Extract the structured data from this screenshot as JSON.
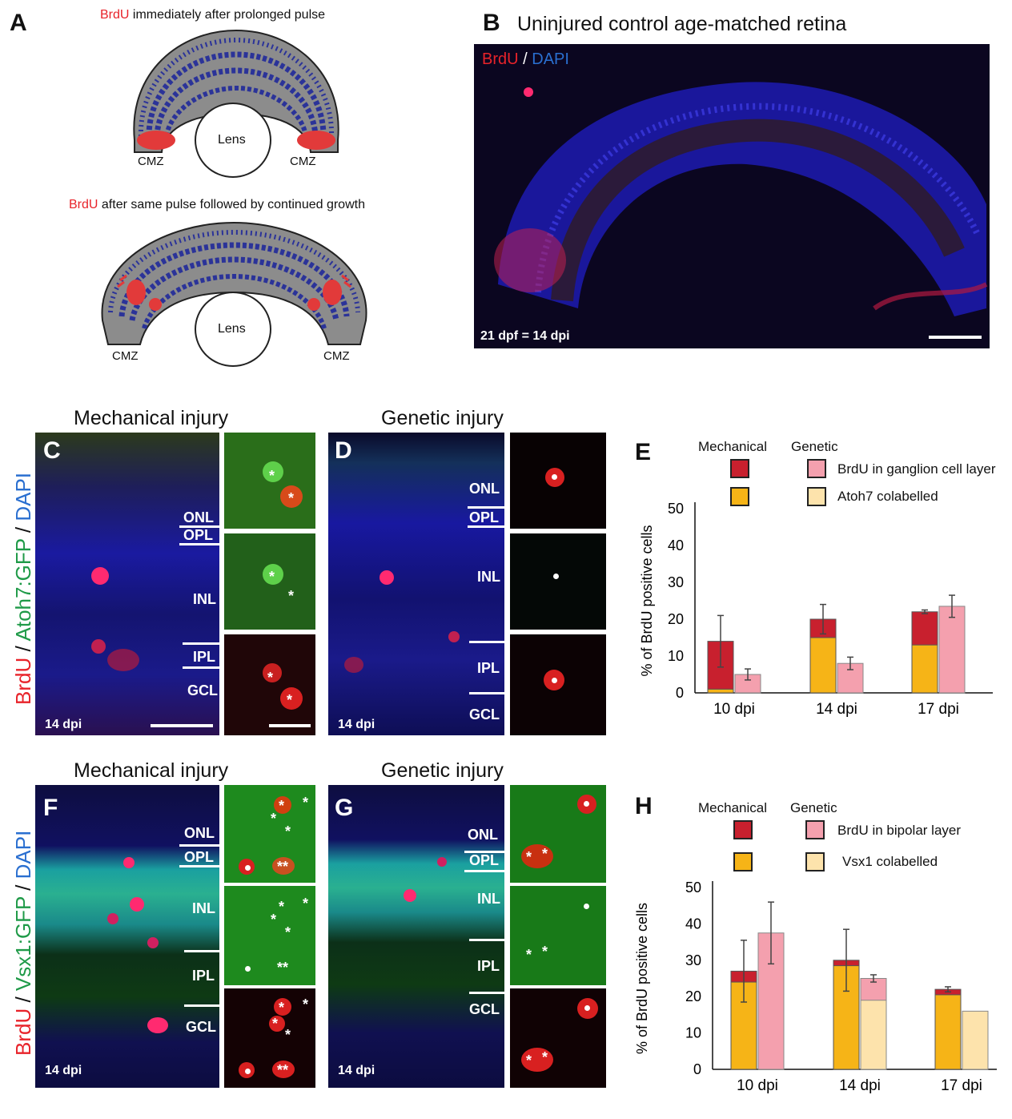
{
  "panels": {
    "A": {
      "label": "A",
      "top_title": {
        "marker": "BrdU",
        "rest": " immediately after prolonged pulse"
      },
      "bottom_title": {
        "marker": "BrdU",
        "rest": " after same pulse followed by continued growth"
      },
      "lens": "Lens",
      "cmz": "CMZ"
    },
    "B": {
      "label": "B",
      "title": "Uninjured control age-matched retina",
      "stain_red": "BrdU",
      "stain_sep": " / ",
      "stain_blue": "DAPI",
      "timepoint": "21 dpf = 14 dpi"
    },
    "C": {
      "label": "C",
      "dpi": "14 dpi"
    },
    "D": {
      "label": "D",
      "dpi": "14 dpi"
    },
    "F": {
      "label": "F",
      "dpi": "14 dpi"
    },
    "G": {
      "label": "G",
      "dpi": "14 dpi"
    },
    "E": {
      "label": "E"
    },
    "H": {
      "label": "H"
    }
  },
  "row_titles": {
    "mechanical": "Mechanical injury",
    "genetic": "Genetic injury"
  },
  "side_labels": {
    "row1": {
      "red": "BrdU",
      "sep1": " / ",
      "green": "Atoh7:GFP",
      "sep2": " / ",
      "blue": "DAPI"
    },
    "row2": {
      "red": "BrdU",
      "sep1": " / ",
      "green": "Vsx1:GFP",
      "sep2": " / ",
      "blue": "DAPI"
    }
  },
  "layers": {
    "onl": "ONL",
    "opl": "OPL",
    "inl": "INL",
    "ipl": "IPL",
    "gcl": "GCL"
  },
  "colors": {
    "mech_brdu": "#c8202e",
    "mech_coloc": "#f6b417",
    "gen_brdu": "#f4a0ae",
    "gen_coloc": "#fde3ac",
    "brdu_red": "#e8232a",
    "gfp_green": "#1f9a48",
    "dapi_blue": "#2a6fd0",
    "dapi_bg": "#0b0620"
  },
  "chart_data": [
    {
      "panel": "E",
      "type": "bar",
      "stacked": true,
      "categories": [
        "10 dpi",
        "14 dpi",
        "17 dpi"
      ],
      "group_labels": [
        "Mechanical",
        "Genetic"
      ],
      "legend": {
        "heading_mech": "Mechanical",
        "heading_gen": "Genetic",
        "row1": "BrdU in ganglion cell layer",
        "row2": "Atoh7 colabelled"
      },
      "ylabel": "% of BrdU positive cells",
      "ylim": [
        0,
        50
      ],
      "yticks": [
        0,
        10,
        20,
        30,
        40,
        50
      ],
      "series": [
        {
          "group": "Mechanical",
          "name": "BrdU in ganglion cell layer",
          "values": [
            14,
            20,
            22
          ],
          "errors": [
            7,
            4,
            0.5
          ]
        },
        {
          "group": "Mechanical",
          "name": "Atoh7 colabelled",
          "values": [
            1,
            15,
            13
          ]
        },
        {
          "group": "Genetic",
          "name": "BrdU in ganglion cell layer",
          "values": [
            5,
            8,
            23.5
          ],
          "errors": [
            1.5,
            1.7,
            3
          ]
        },
        {
          "group": "Genetic",
          "name": "Atoh7 colabelled",
          "values": [
            0,
            0,
            0
          ]
        }
      ]
    },
    {
      "panel": "H",
      "type": "bar",
      "stacked": true,
      "categories": [
        "10 dpi",
        "14 dpi",
        "17 dpi"
      ],
      "group_labels": [
        "Mechanical",
        "Genetic"
      ],
      "legend": {
        "heading_mech": "Mechanical",
        "heading_gen": "Genetic",
        "row1": "BrdU in bipolar layer",
        "row2": "Vsx1 colabelled"
      },
      "ylabel": "% of BrdU positive cells",
      "ylim": [
        0,
        50
      ],
      "yticks": [
        0,
        10,
        20,
        30,
        40,
        50
      ],
      "series": [
        {
          "group": "Mechanical",
          "name": "BrdU in bipolar layer",
          "values": [
            27,
            30,
            22
          ],
          "errors": [
            8.5,
            8.5,
            0.7
          ]
        },
        {
          "group": "Mechanical",
          "name": "Vsx1 colabelled",
          "values": [
            24,
            28.5,
            20.5
          ]
        },
        {
          "group": "Genetic",
          "name": "BrdU in bipolar layer",
          "values": [
            37.5,
            25,
            0
          ],
          "errors": [
            8.5,
            1,
            0
          ]
        },
        {
          "group": "Genetic",
          "name": "Vsx1 colabelled",
          "values": [
            0,
            19,
            16
          ]
        }
      ]
    }
  ]
}
